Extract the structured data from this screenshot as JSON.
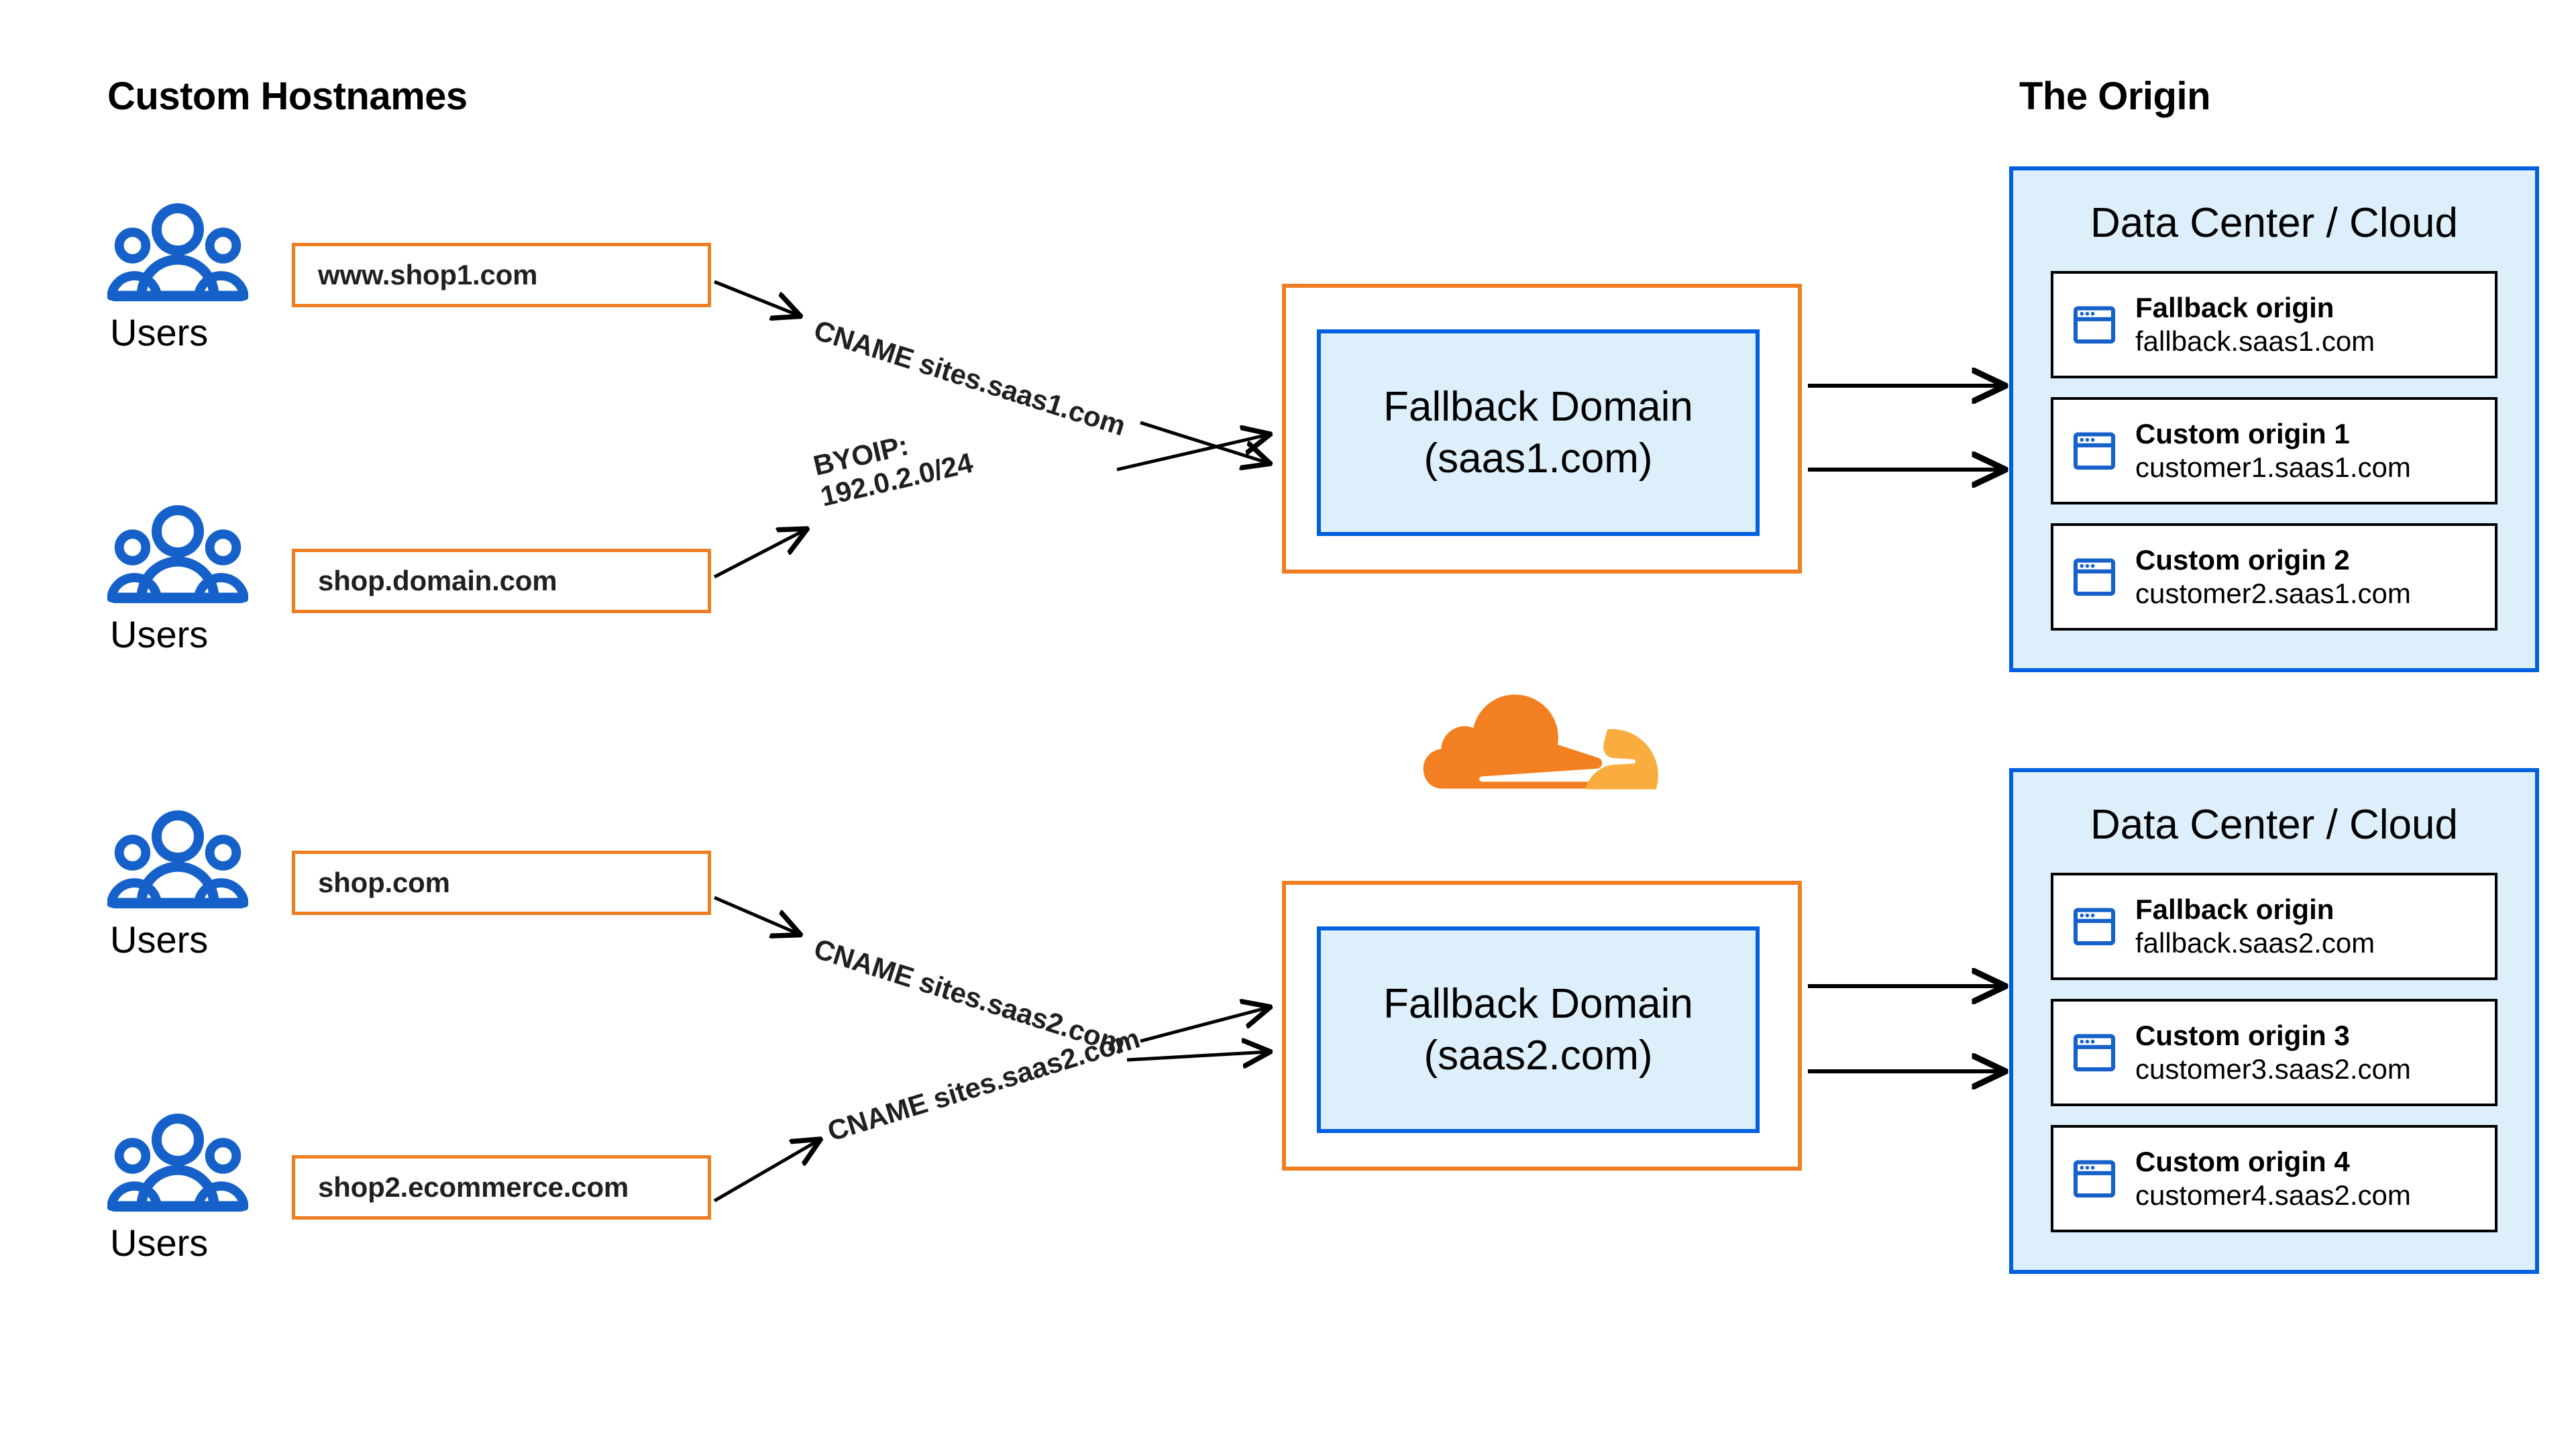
{
  "headings": {
    "left": "Custom Hostnames",
    "right": "The Origin"
  },
  "users_groups": [
    {
      "label": "Users"
    },
    {
      "label": "Users"
    },
    {
      "label": "Users"
    },
    {
      "label": "Users"
    }
  ],
  "custom_hostnames": [
    {
      "value": "www.shop1.com"
    },
    {
      "value": "shop.domain.com"
    },
    {
      "value": "shop.com"
    },
    {
      "value": "shop2.ecommerce.com"
    }
  ],
  "connections": [
    {
      "id": "conn-1",
      "lines": [
        "CNAME sites.saas1.com"
      ]
    },
    {
      "id": "conn-2",
      "lines": [
        "BYOIP:",
        "192.0.2.0/24"
      ]
    },
    {
      "id": "conn-3",
      "lines": [
        "CNAME sites.saas2.com"
      ]
    },
    {
      "id": "conn-4",
      "lines": [
        "CNAME sites.saas2.com"
      ]
    }
  ],
  "fallback_domains": [
    {
      "line1": "Fallback Domain",
      "line2": "(saas1.com)"
    },
    {
      "line1": "Fallback Domain",
      "line2": "(saas2.com)"
    }
  ],
  "data_centers": [
    {
      "title": "Data Center / Cloud",
      "origins": [
        {
          "name": "Fallback origin",
          "host": "fallback.saas1.com"
        },
        {
          "name": "Custom origin 1",
          "host": "customer1.saas1.com"
        },
        {
          "name": "Custom origin 2",
          "host": "customer2.saas1.com"
        }
      ]
    },
    {
      "title": "Data Center / Cloud",
      "origins": [
        {
          "name": "Fallback origin",
          "host": "fallback.saas2.com"
        },
        {
          "name": "Custom origin 3",
          "host": "customer3.saas2.com"
        },
        {
          "name": "Custom origin 4",
          "host": "customer4.saas2.com"
        }
      ]
    }
  ],
  "brand": {
    "logo_name": "cloudflare-logo",
    "cloud_dark": "#f38020",
    "cloud_light": "#faad3f"
  },
  "colors": {
    "accent_orange": "#ef7d22",
    "accent_blue": "#0060df",
    "panel_fill": "#ddeffa",
    "icon_blue": "#1561c9",
    "text": "#000000"
  }
}
